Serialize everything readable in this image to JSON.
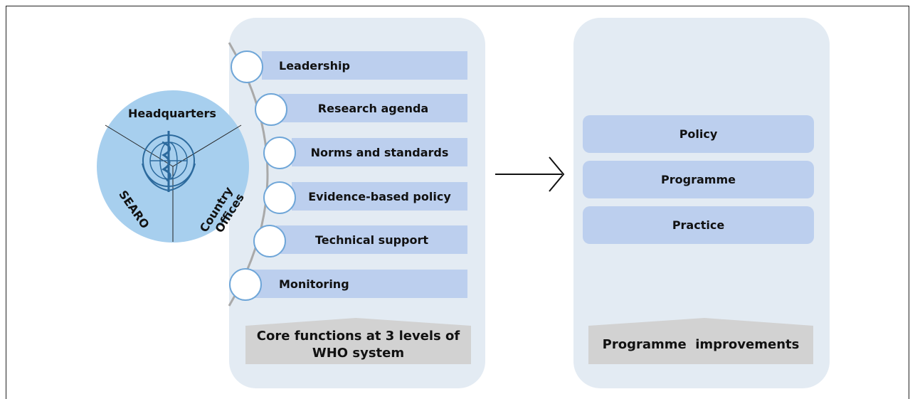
{
  "left_panel": {
    "functions": [
      {
        "label": "Leadership"
      },
      {
        "label": "Research agenda"
      },
      {
        "label": "Norms and standards"
      },
      {
        "label": "Evidence-based policy"
      },
      {
        "label": "Technical support"
      },
      {
        "label": "Monitoring"
      }
    ],
    "caption_line1": "Core functions at 3 levels of",
    "caption_line2": "WHO system"
  },
  "who_circle": {
    "headquarters": "Headquarters",
    "searo": "SEARO",
    "country": "Country",
    "offices": "Offices"
  },
  "right_panel": {
    "items": [
      {
        "label": "Policy"
      },
      {
        "label": "Programme"
      },
      {
        "label": "Practice"
      }
    ],
    "caption": "Programme  improvements"
  },
  "colors": {
    "panel_bg": "#e3ebf3",
    "bar_fill": "#bccfee",
    "who_blue": "#a7cfee",
    "caption_grey": "#d2d2d2",
    "circle_outline": "#6fa6d8"
  }
}
